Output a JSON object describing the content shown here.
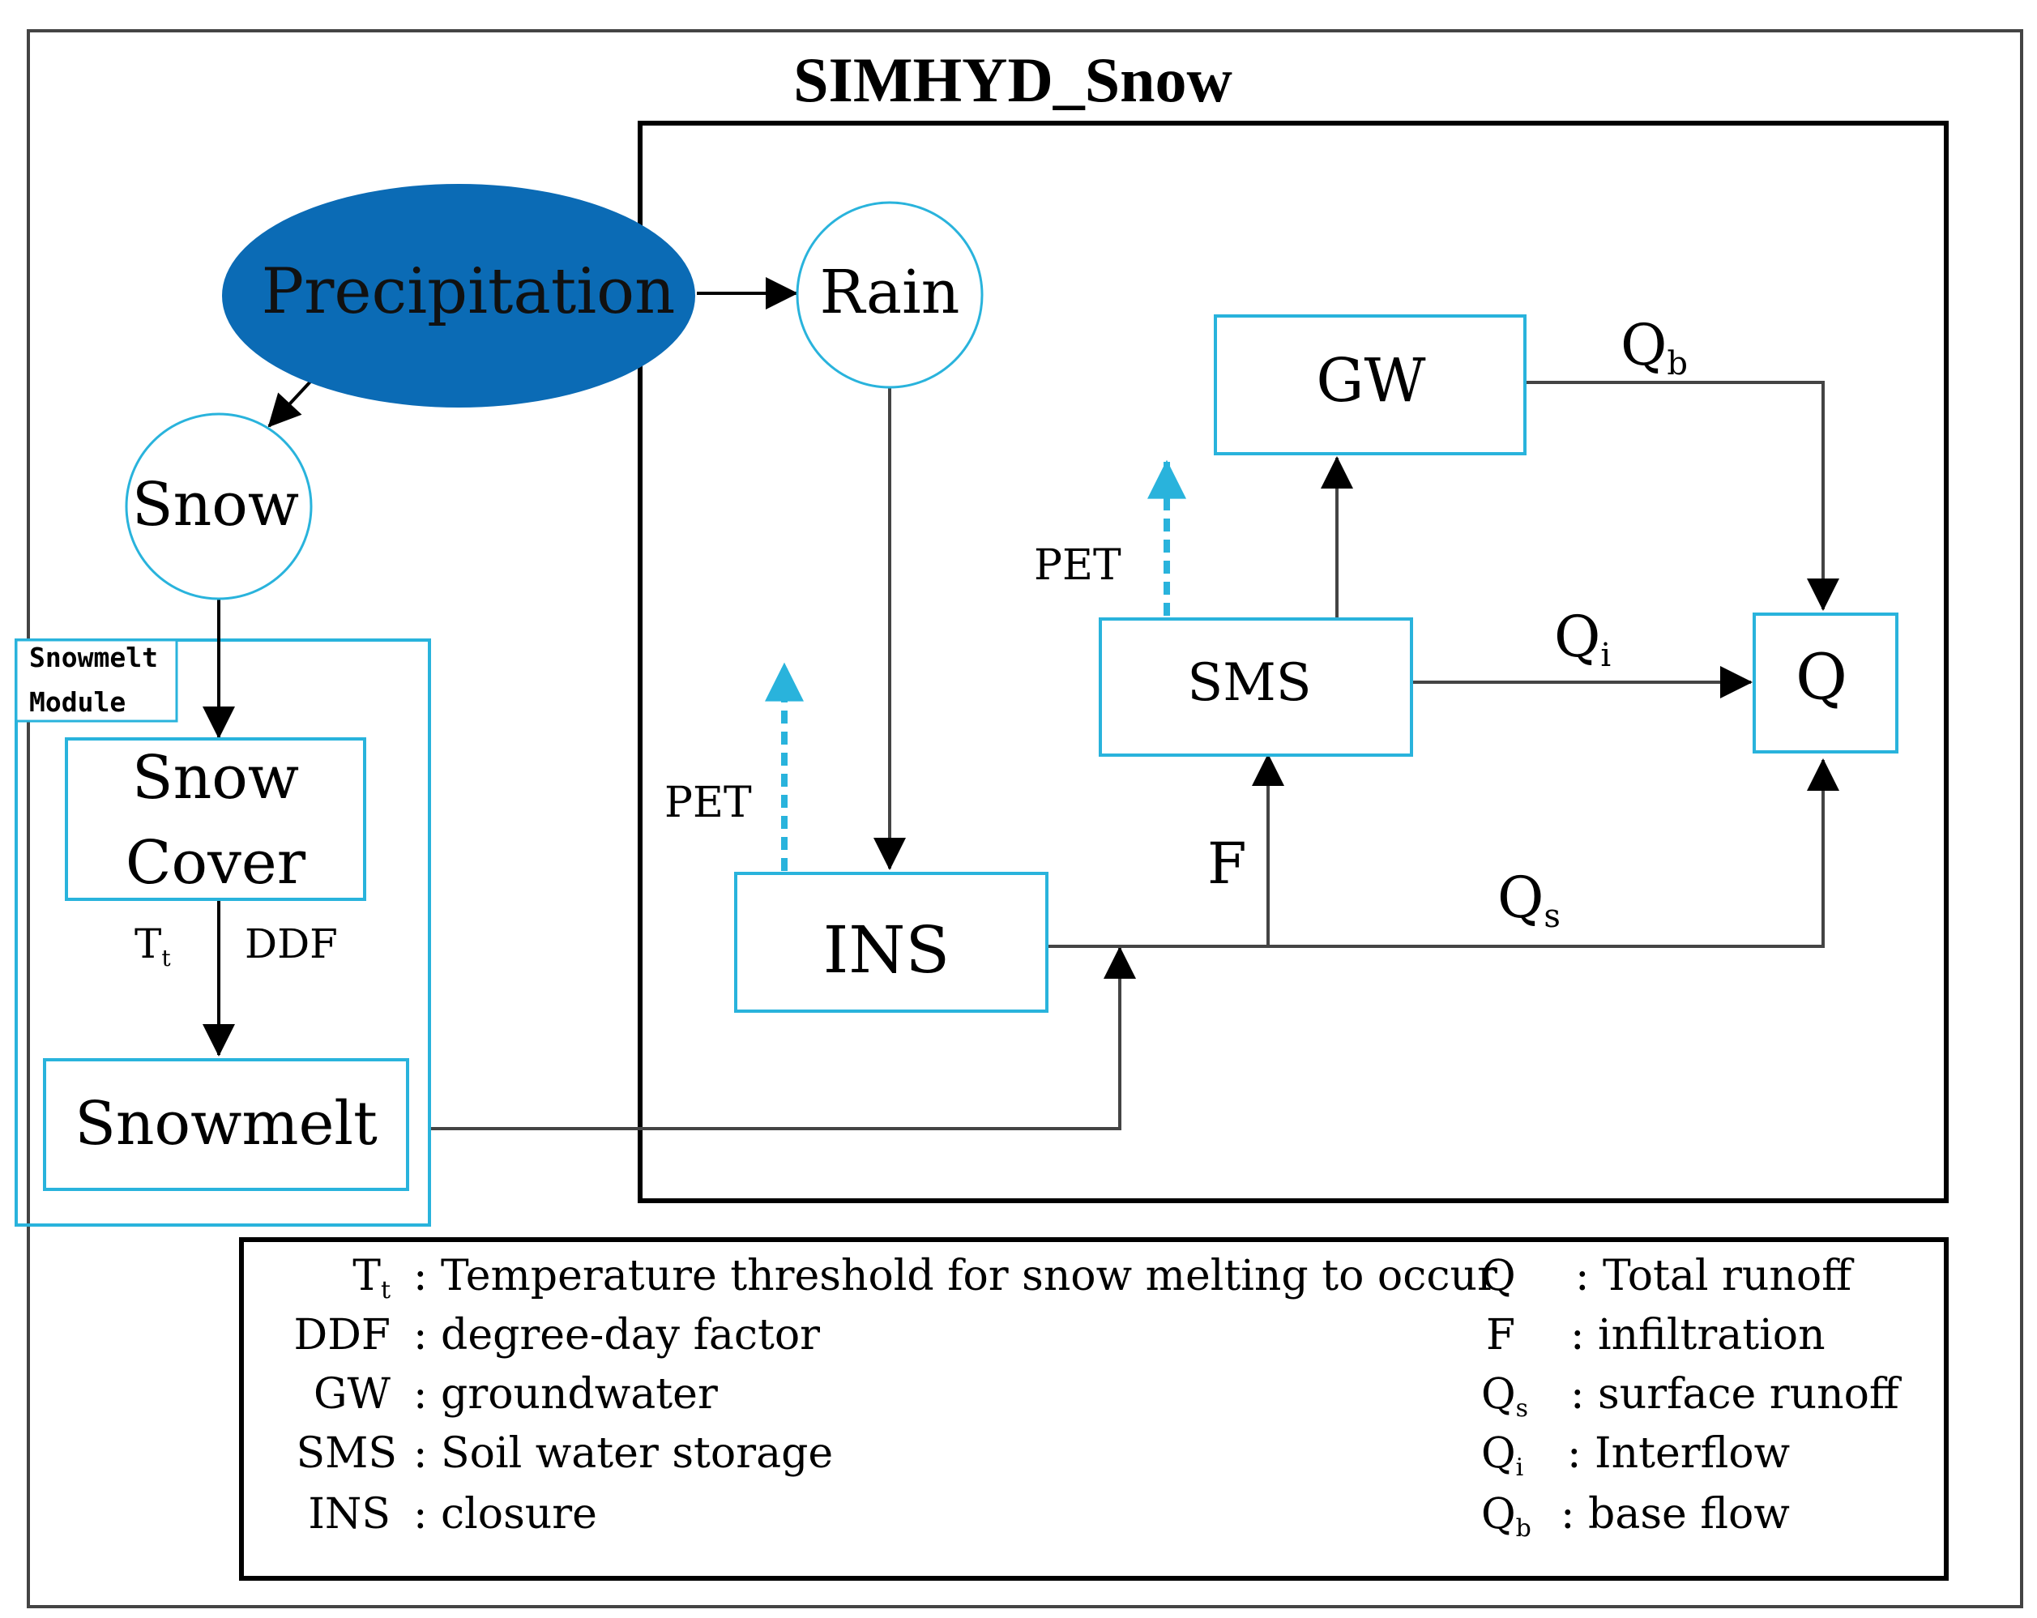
{
  "title": "SIMHYD_Snow",
  "colors": {
    "node_border": "#29b3dc",
    "precip_fill": "#0b6bb5",
    "pet_arrow": "#29b3dc",
    "line": "#444444",
    "frame": "#000000"
  },
  "nodes": {
    "precipitation": "Precipitation",
    "rain": "Rain",
    "snow": "Snow",
    "snow_cover_line1": "Snow",
    "snow_cover_line2": "Cover",
    "snowmelt": "Snowmelt",
    "gw": "GW",
    "sms": "SMS",
    "ins": "INS",
    "q": "Q"
  },
  "module_label": {
    "line1": "Snowmelt",
    "line2": "Module"
  },
  "flow_labels": {
    "tt_main": "T",
    "tt_sub": "t",
    "ddf": "DDF",
    "pet_sms": "PET",
    "pet_ins": "PET",
    "f": "F",
    "qb_main": "Q",
    "qb_sub": "b",
    "qi_main": "Q",
    "qi_sub": "i",
    "qs_main": "Q",
    "qs_sub": "s"
  },
  "legend": {
    "left": [
      {
        "sym": "T",
        "sub": "t",
        "desc": ": Temperature threshold for snow melting to occur"
      },
      {
        "sym": "DDF",
        "sub": "",
        "desc": ": degree-day factor"
      },
      {
        "sym": "GW",
        "sub": "",
        "desc": ": groundwater"
      },
      {
        "sym": "SMS",
        "sub": "",
        "desc": ": Soil water storage"
      },
      {
        "sym": "INS",
        "sub": "",
        "desc": ": closure"
      }
    ],
    "right": [
      {
        "sym": "Q",
        "sub": "",
        "desc": ": Total runoff"
      },
      {
        "sym": "F",
        "sub": "",
        "desc": ": infiltration"
      },
      {
        "sym": "Q",
        "sub": "s",
        "desc": ": surface runoff"
      },
      {
        "sym": "Q",
        "sub": "i",
        "desc": ": Interflow"
      },
      {
        "sym": "Q",
        "sub": "b",
        "desc": ": base flow"
      }
    ]
  }
}
